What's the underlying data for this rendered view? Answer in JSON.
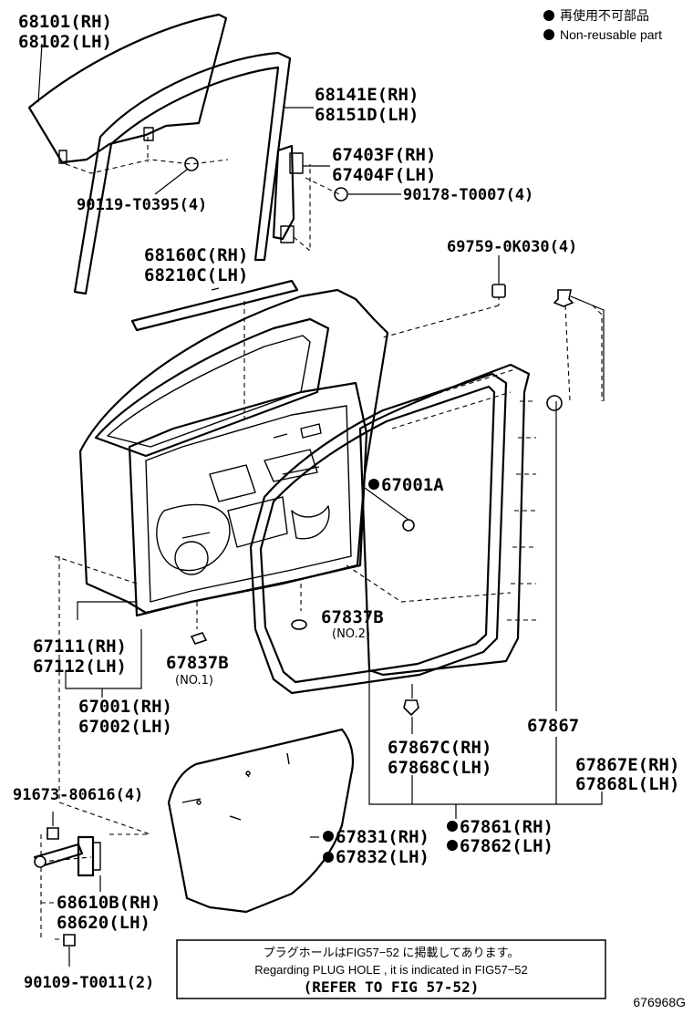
{
  "legend": {
    "dot_color": "#000000",
    "line1": "再使用不可部品",
    "line2": "Non-reusable part"
  },
  "parts": {
    "p68101": "68101(RH)",
    "p68102": "68102(LH)",
    "p68141e": "68141E(RH)",
    "p68151d": "68151D(LH)",
    "p67403f": "67403F(RH)",
    "p67404f": "67404F(LH)",
    "p90178": "90178-T0007(4)",
    "p90119": "90119-T0395(4)",
    "p68160c": "68160C(RH)",
    "p68210c": "68210C(LH)",
    "p69759": "69759-0K030(4)",
    "p67001a": "67001A",
    "p67837b_no2": "67837B",
    "no2": "(NO.2)",
    "p67111": "67111(RH)",
    "p67112": "67112(LH)",
    "p67837b_no1": "67837B",
    "no1": "(NO.1)",
    "p67001": "67001(RH)",
    "p67002": "67002(LH)",
    "p67867": "67867",
    "p67867c": "67867C(RH)",
    "p67868c": "67868C(LH)",
    "p67867e": "67867E(RH)",
    "p67868l": "67868L(LH)",
    "p91673": "91673-80616(4)",
    "p67831": "67831(RH)",
    "p67832": "67832(LH)",
    "p67861": "67861(RH)",
    "p67862": "67862(LH)",
    "p68610b": "68610B(RH)",
    "p68620": "68620(LH)",
    "p90109": "90109-T0011(2)"
  },
  "note": {
    "jp": "プラグホールはFIG57−52 に掲載してあります。",
    "en": "Regarding  PLUG  HOLE ,  it  is  indicated  in  FIG57−52",
    "ref": "(REFER  TO  FIG  57-52)"
  },
  "illustration_code": "676968G"
}
